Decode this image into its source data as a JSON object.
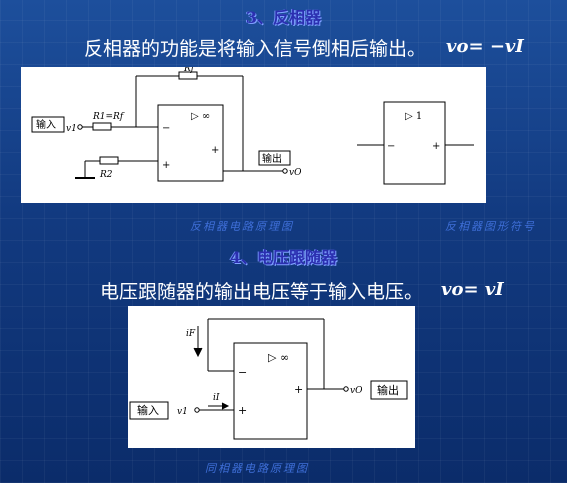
{
  "section1": {
    "title": "3、反相器",
    "statement": "反相器的功能是将输入信号倒相后输出。",
    "formula": "vo= −vI",
    "circuit": {
      "rf_label": "Rf",
      "r1_label": "R1=Rf",
      "r2_label": "R2",
      "input_box": "输入",
      "output_box": "输出",
      "vi_label": "v1",
      "vo_label": "vO",
      "amp_symbol": "▷ ∞",
      "minus": "−",
      "plus": "+",
      "plus_out": "+"
    },
    "symbol": {
      "amp_symbol": "▷ 1",
      "minus": "−",
      "plus": "+"
    },
    "caption_circuit": "反相器电路原理图",
    "caption_symbol": "反相器图形符号"
  },
  "section2": {
    "title": "4、电压跟随器",
    "statement": "电压跟随器的输出电压等于输入电压。",
    "formula": "vo= vI",
    "circuit": {
      "if_label": "iF",
      "ii_label": "iI",
      "input_box": "输入",
      "output_box": "输出",
      "vi_label": "v1",
      "vo_label": "vO",
      "amp_symbol": "▷ ∞",
      "minus": "−",
      "plus": "+",
      "plus_out": "+"
    },
    "caption": "同相器电路原理图"
  },
  "colors": {
    "background": "#123a80",
    "title": "#2b2fb0",
    "caption": "#3f6fd8",
    "text": "#ffffff"
  }
}
